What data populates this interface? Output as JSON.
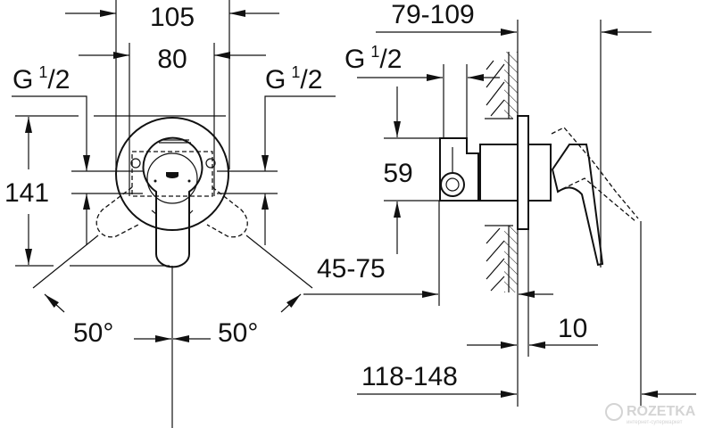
{
  "front_view": {
    "width_outer": "105",
    "width_inner": "80",
    "thread_left": {
      "g": "G",
      "num": "1",
      "den": "2"
    },
    "thread_right": {
      "g": "G",
      "num": "1",
      "den": "2"
    },
    "height": "141",
    "angle_left": "50°",
    "angle_right": "50°"
  },
  "side_view": {
    "depth_total": "79-109",
    "thread": {
      "g": "G",
      "num": "1",
      "den": "2"
    },
    "connection_height": "59",
    "install_depth": "45-75",
    "plate_thickness": "10",
    "overall_depth": "118-148"
  },
  "watermark": {
    "brand": "ROZETKA",
    "tagline": "интернет-супермаркет"
  }
}
